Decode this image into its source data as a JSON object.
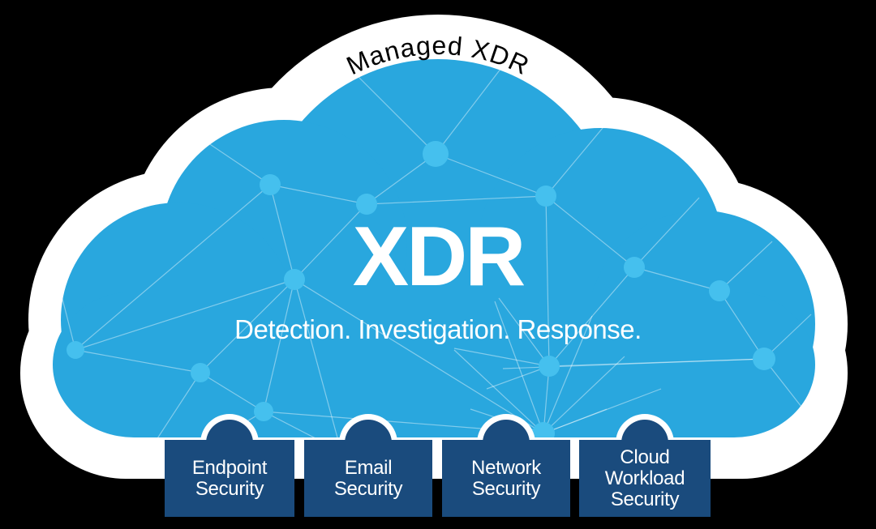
{
  "title": "XDR",
  "subtitle": "Detection. Investigation. Response.",
  "arc_label": "Managed XDR",
  "boxes": [
    {
      "id": "endpoint-security",
      "lines": [
        "Endpoint",
        "Security"
      ]
    },
    {
      "id": "email-security",
      "lines": [
        "Email",
        "Security"
      ]
    },
    {
      "id": "network-security",
      "lines": [
        "Network",
        "Security"
      ]
    },
    {
      "id": "cloud-workload-security",
      "lines": [
        "Cloud",
        "Workload",
        "Security"
      ]
    }
  ],
  "colors": {
    "background": "#000000",
    "cloud_blue": "#29A7DE",
    "outline_white": "#FFFFFF",
    "mesh_node": "#45C0EE",
    "mesh_line": "rgba(255,255,255,0.42)",
    "box_navy": "#1A4B7D",
    "box_text": "#FFFFFF",
    "title_text": "#FFFFFF",
    "arc_text": "#000000"
  },
  "decor": {
    "mesh": {
      "nodes": [
        [
          333,
          228,
          13
        ],
        [
          452,
          252,
          13
        ],
        [
          537,
          190,
          16
        ],
        [
          363,
          345,
          13
        ],
        [
          93,
          432,
          11
        ],
        [
          247,
          460,
          12
        ],
        [
          673,
          242,
          13
        ],
        [
          782,
          330,
          13
        ],
        [
          887,
          359,
          13
        ],
        [
          325,
          508,
          12
        ],
        [
          677,
          452,
          13
        ],
        [
          670,
          535,
          14
        ],
        [
          942,
          443,
          14
        ]
      ],
      "edges": [
        [
          93,
          432,
          247,
          460
        ],
        [
          93,
          432,
          363,
          345
        ],
        [
          93,
          432,
          62,
          310
        ],
        [
          247,
          460,
          363,
          345
        ],
        [
          247,
          460,
          325,
          508
        ],
        [
          247,
          460,
          185,
          555
        ],
        [
          333,
          228,
          363,
          345
        ],
        [
          333,
          228,
          452,
          252
        ],
        [
          333,
          228,
          235,
          162
        ],
        [
          333,
          228,
          93,
          432
        ],
        [
          363,
          345,
          452,
          252
        ],
        [
          363,
          345,
          325,
          508
        ],
        [
          363,
          345,
          420,
          555
        ],
        [
          363,
          345,
          670,
          535
        ],
        [
          452,
          252,
          537,
          190
        ],
        [
          452,
          252,
          673,
          242
        ],
        [
          537,
          190,
          435,
          88
        ],
        [
          537,
          190,
          618,
          84
        ],
        [
          537,
          190,
          673,
          242
        ],
        [
          673,
          242,
          782,
          330
        ],
        [
          673,
          242,
          748,
          152
        ],
        [
          673,
          242,
          677,
          452
        ],
        [
          782,
          330,
          887,
          359
        ],
        [
          782,
          330,
          677,
          452
        ],
        [
          782,
          330,
          862,
          244
        ],
        [
          887,
          359,
          942,
          443
        ],
        [
          887,
          359,
          952,
          298
        ],
        [
          942,
          443,
          1000,
          388
        ],
        [
          942,
          443,
          988,
          502
        ],
        [
          942,
          443,
          677,
          452
        ],
        [
          942,
          443,
          620,
          455
        ],
        [
          677,
          452,
          560,
          430
        ],
        [
          677,
          452,
          615,
          368
        ],
        [
          677,
          452,
          670,
          535
        ],
        [
          677,
          452,
          600,
          480
        ],
        [
          670,
          535,
          560,
          432
        ],
        [
          670,
          535,
          610,
          372
        ],
        [
          670,
          535,
          730,
          390
        ],
        [
          670,
          535,
          770,
          440
        ],
        [
          670,
          535,
          815,
          480
        ],
        [
          670,
          535,
          580,
          505
        ],
        [
          670,
          535,
          748,
          505
        ],
        [
          325,
          508,
          240,
          558
        ],
        [
          325,
          508,
          418,
          556
        ],
        [
          325,
          508,
          670,
          535
        ]
      ]
    }
  }
}
